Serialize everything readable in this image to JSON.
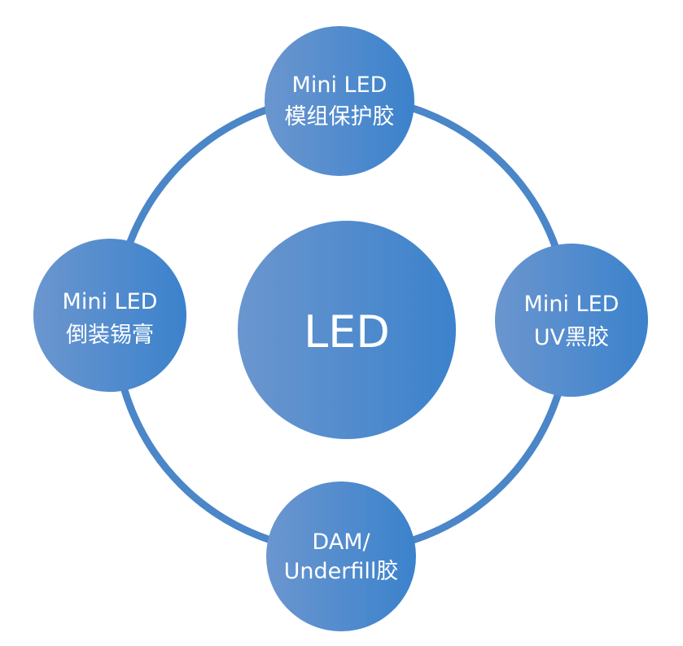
{
  "center": {
    "label": "LED"
  },
  "nodes": [
    {
      "id": "top",
      "line1": "Mini LED",
      "line2": "模组保护胶"
    },
    {
      "id": "left",
      "line1": "Mini LED",
      "line2": "倒装锡膏"
    },
    {
      "id": "right",
      "line1": "Mini LED",
      "line2": "UV黑胶"
    },
    {
      "id": "bottom",
      "line1": "DAM/",
      "line2": "Underfill胶"
    }
  ],
  "colors": {
    "ring": "#4a86c8",
    "gradient_start": "#6b96cf",
    "gradient_end": "#3b82cc",
    "text": "#ffffff"
  }
}
